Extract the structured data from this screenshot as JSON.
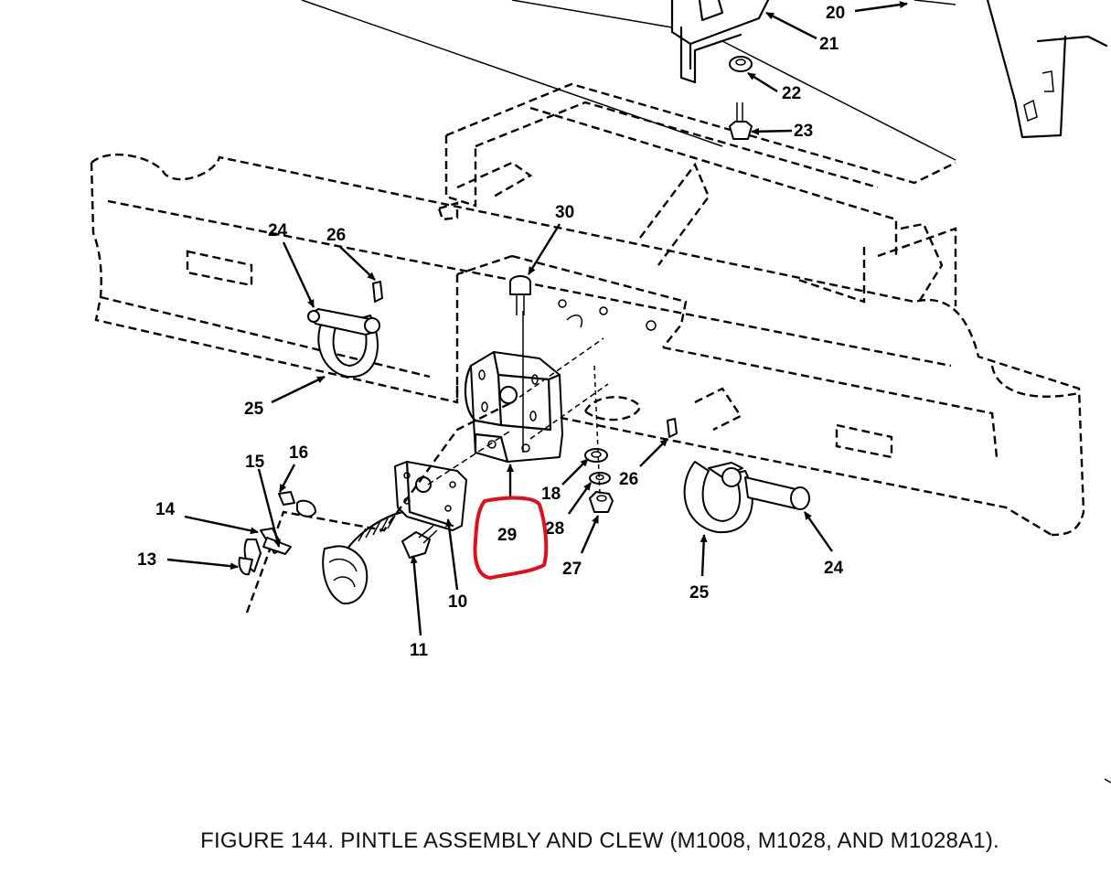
{
  "figure": {
    "caption": "FIGURE 144. PINTLE ASSEMBLY AND CLEW (M1008, M1028, AND M1028A1).",
    "highlight_color": "#e0101a",
    "line_color": "#000000"
  },
  "callouts": {
    "c10": "10",
    "c11": "11",
    "c13": "13",
    "c14": "14",
    "c15": "15",
    "c16": "16",
    "c18": "18",
    "c20": "20",
    "c21": "21",
    "c22": "22",
    "c23": "23",
    "c24a": "24",
    "c24b": "24",
    "c25a": "25",
    "c25b": "25",
    "c26a": "26",
    "c26b": "26",
    "c27": "27",
    "c28": "28",
    "c29": "29",
    "c30": "30"
  }
}
